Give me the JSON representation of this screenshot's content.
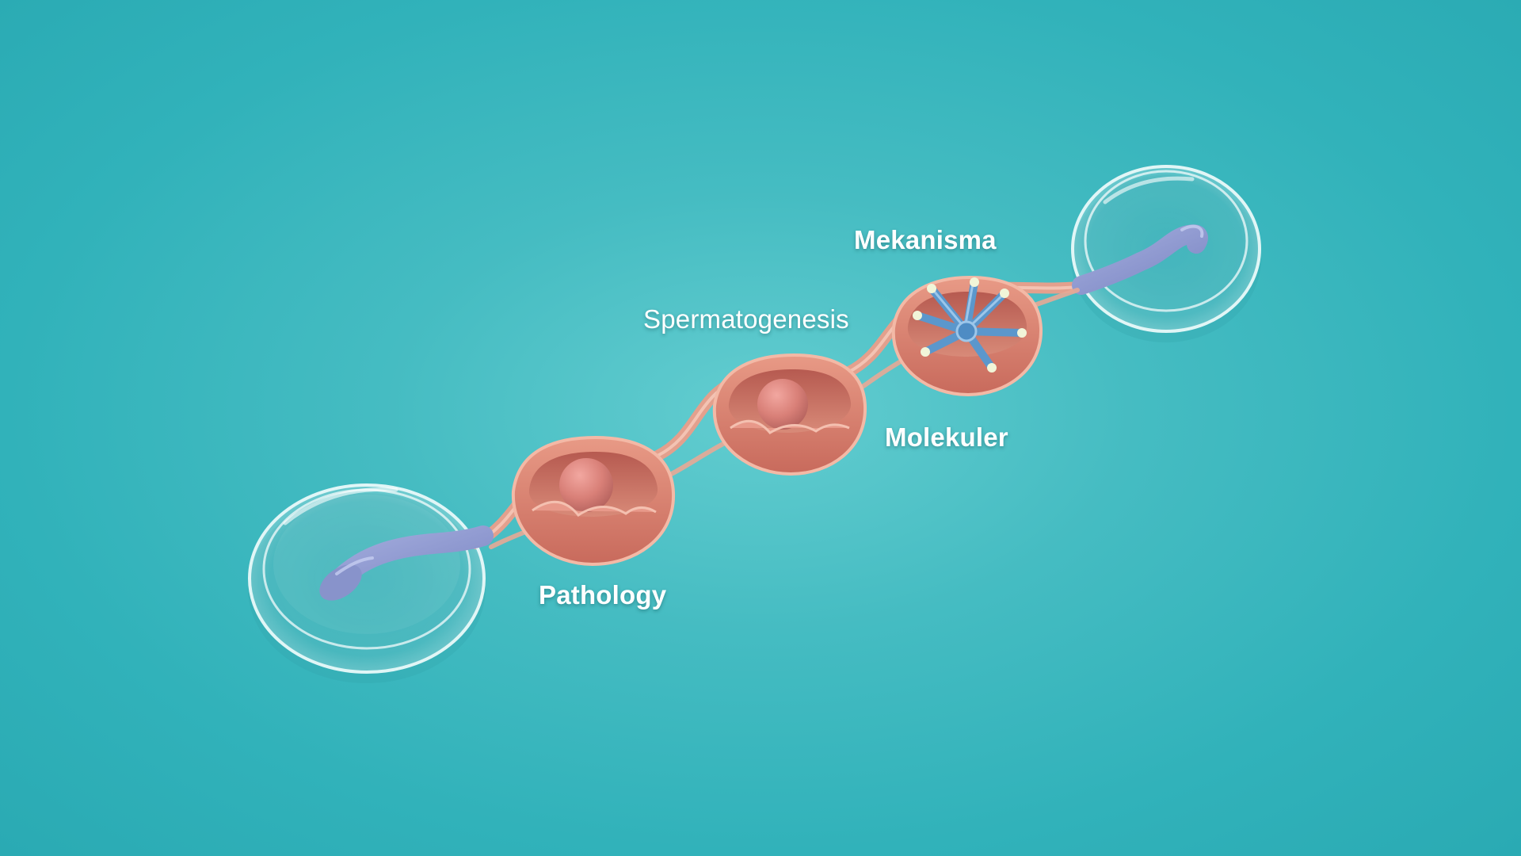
{
  "labels": {
    "mekanisma": "Mekanisma",
    "spermatogenesis": "Spermatogenesis",
    "molekuler": "Molekuler",
    "pathology": "Pathology"
  },
  "colors": {
    "background": "#33b3bb",
    "tissue": "#d98472",
    "tissue_inner": "#c96c5e",
    "cell": "#d87f7a",
    "tail": "#8f9ad0",
    "network": "#5b97cc",
    "dish": "#e8f7f8"
  }
}
